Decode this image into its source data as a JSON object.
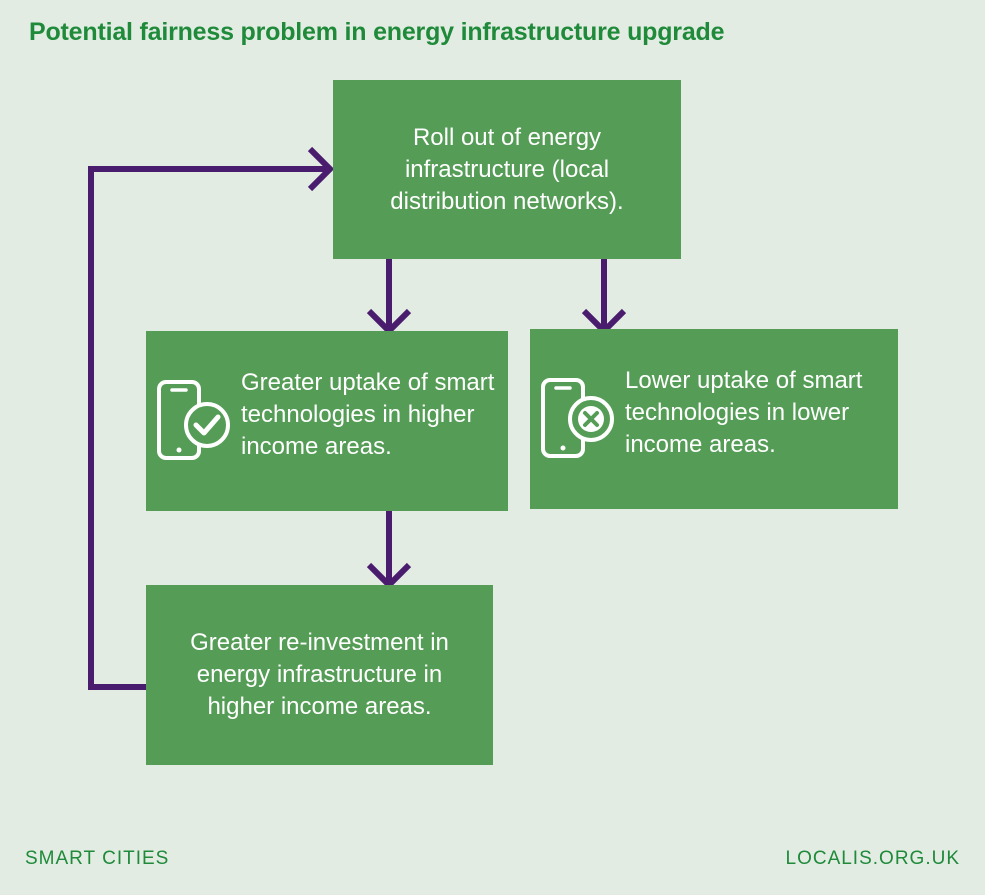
{
  "title": "Potential fairness problem in energy infrastructure upgrade",
  "nodes": {
    "top": "Roll out of energy infrastructure (local distribution networks).",
    "left": "Greater uptake of smart technologies in higher income areas.",
    "right": "Lower uptake of smart technologies in lower income areas.",
    "bottom": "Greater re-investment in energy infrastructure in higher income areas."
  },
  "icons": {
    "left": "phone-check-icon",
    "right": "phone-cross-icon"
  },
  "colors": {
    "background": "#e3ece3",
    "box": "#559d56",
    "arrow": "#4a1c6e",
    "title": "#1e8a3a"
  },
  "footer": {
    "left": "SMART CITIES",
    "right": "LOCALIS.ORG.UK"
  }
}
